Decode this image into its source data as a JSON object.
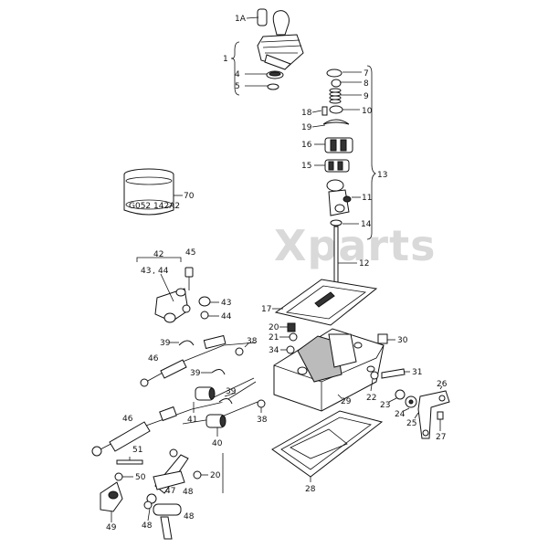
{
  "watermark": "Xparts",
  "part_code": "G052 142A2",
  "labels": {
    "p1": "1",
    "p1a": "1A",
    "p4": "4",
    "p5": "5",
    "p7": "7",
    "p8": "8",
    "p9": "9",
    "p10": "10",
    "p11": "11",
    "p12": "12",
    "p13": "13",
    "p14": "14",
    "p15": "15",
    "p16": "16",
    "p17": "17",
    "p18": "18",
    "p19": "19",
    "p20a": "20",
    "p20b": "20",
    "p21": "21",
    "p22": "22",
    "p23": "23",
    "p24": "24",
    "p25": "25",
    "p26": "26",
    "p27": "27",
    "p28": "28",
    "p29": "29",
    "p30": "30",
    "p31": "31",
    "p34": "34",
    "p38a": "38",
    "p38b": "38",
    "p39a": "39",
    "p39b": "39",
    "p39c": "39",
    "p40": "40",
    "p41": "41",
    "p42": "42",
    "p43a": "43",
    "p43b": "43",
    "p44a": "44",
    "p44b": "44",
    "p45": "45",
    "p46a": "46",
    "p46b": "46",
    "p47": "47",
    "p48a": "48",
    "p48b": "48",
    "p49": "49",
    "p50": "50",
    "p51": "51",
    "p70": "70"
  }
}
